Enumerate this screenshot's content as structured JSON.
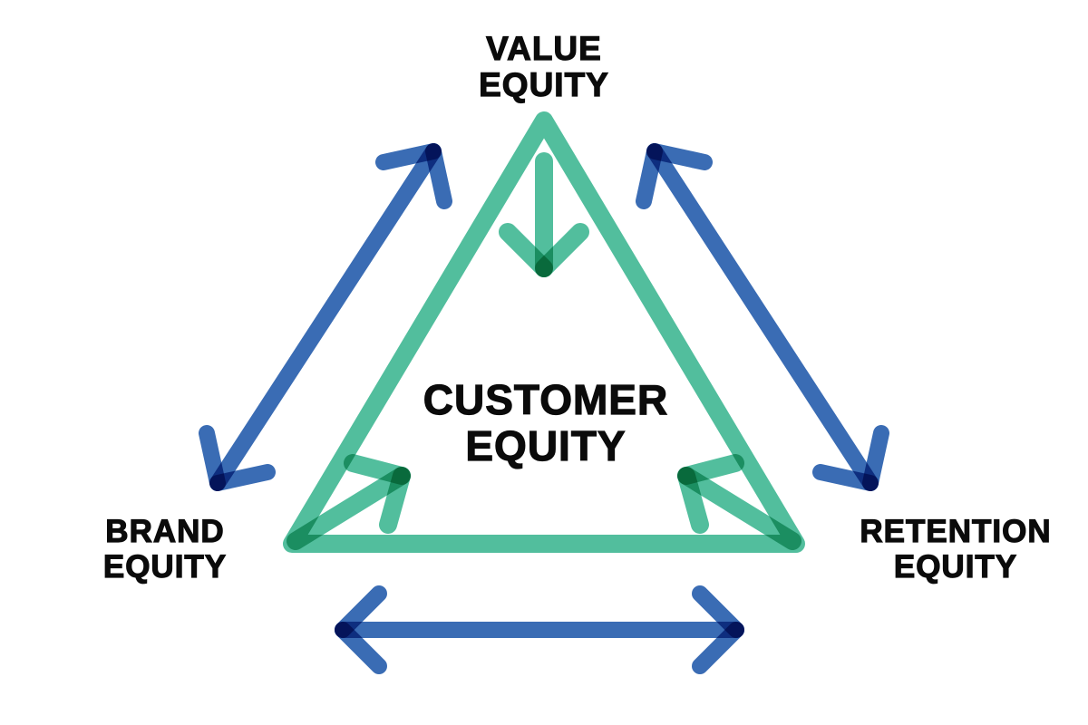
{
  "diagram": {
    "center_label": {
      "line1": "CUSTOMER",
      "line2": "EQUITY"
    },
    "value_label": {
      "line1": "VALUE",
      "line2": "EQUITY"
    },
    "brand_label": {
      "line1": "BRAND",
      "line2": "EQUITY"
    },
    "retention_label": {
      "line1": "RETENTION",
      "line2": "EQUITY"
    },
    "colors": {
      "triangle_green": "#52BE9D",
      "arrow_blue": "#3A6CB4",
      "label_text": "#0B0B0B",
      "background": "#FFFFFF"
    }
  }
}
